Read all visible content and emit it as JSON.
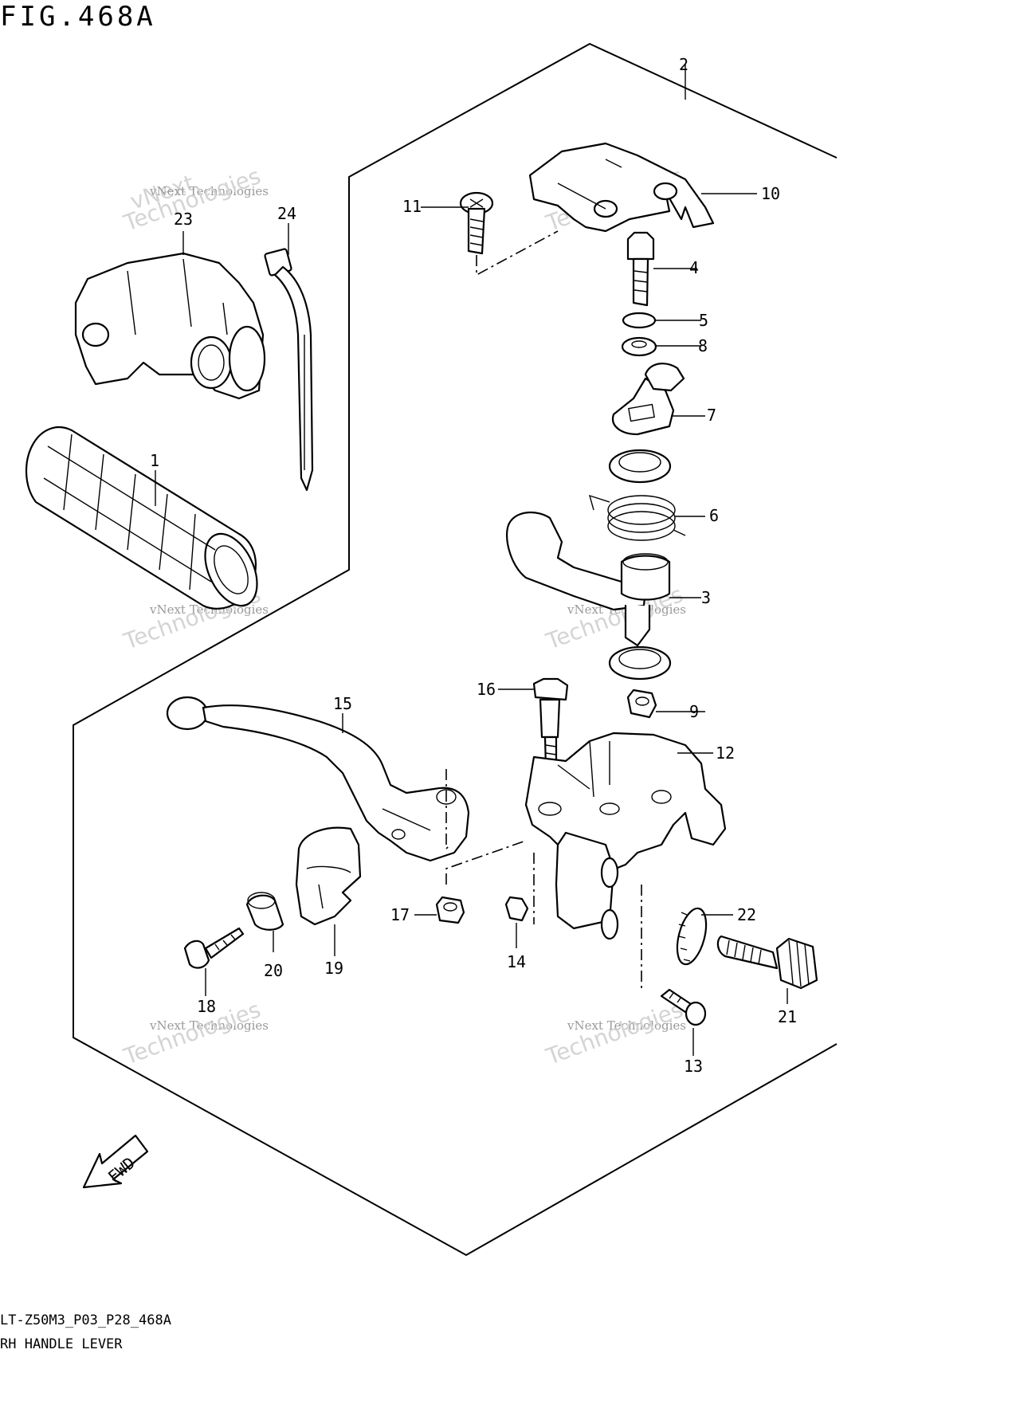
{
  "figure": {
    "title": "FIG.468A",
    "code": "LT-Z50M3_P03_P28_468A",
    "name": "RH HANDLE LEVER"
  },
  "watermark": {
    "line1": "vNext Technologies",
    "line2": "Technologies",
    "faint": "vNext"
  },
  "arrow_label": "FWD",
  "parts": [
    {
      "ref": "1"
    },
    {
      "ref": "2"
    },
    {
      "ref": "3"
    },
    {
      "ref": "4"
    },
    {
      "ref": "5"
    },
    {
      "ref": "6"
    },
    {
      "ref": "7"
    },
    {
      "ref": "8"
    },
    {
      "ref": "9"
    },
    {
      "ref": "10"
    },
    {
      "ref": "11"
    },
    {
      "ref": "12"
    },
    {
      "ref": "13"
    },
    {
      "ref": "14"
    },
    {
      "ref": "15"
    },
    {
      "ref": "16"
    },
    {
      "ref": "17"
    },
    {
      "ref": "18"
    },
    {
      "ref": "19"
    },
    {
      "ref": "20"
    },
    {
      "ref": "21"
    },
    {
      "ref": "22"
    },
    {
      "ref": "23"
    },
    {
      "ref": "24"
    }
  ]
}
